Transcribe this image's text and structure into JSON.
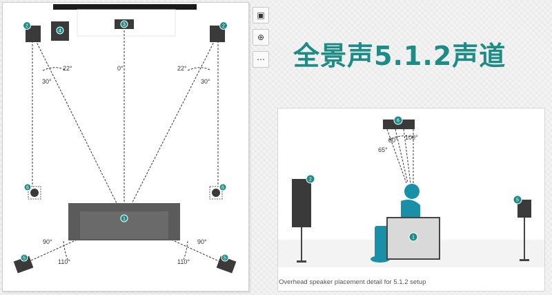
{
  "title": "全景声5.1.2声道",
  "caption": "Overhead speaker placement detail for 5.1.2 setup",
  "toolbar": {
    "buttons": [
      {
        "icon": "image-icon",
        "glyph": "▣"
      },
      {
        "icon": "zoom-in-icon",
        "glyph": "⊕"
      },
      {
        "icon": "more-icon",
        "glyph": "⋯"
      }
    ]
  },
  "colors": {
    "accent": "#1e8c86",
    "speaker": "#3a3a3a",
    "sofa": "#5b5b5b",
    "person": "#1a8fa8",
    "chair": "#d9d9d9"
  },
  "top_view": {
    "labels": {
      "speaker_front_left": "2",
      "speaker_center": "3",
      "speaker_front_right": "2",
      "speaker_sub": "4",
      "speaker_overhead_left": "6",
      "speaker_overhead_right": "6",
      "speaker_surround_left": "5",
      "speaker_surround_right": "5",
      "listener": "1"
    },
    "angles": {
      "left_22": "22°",
      "left_30": "30°",
      "center": "0°",
      "right_22": "22°",
      "right_30": "30°",
      "left_90": "90°",
      "left_110": "110°",
      "right_90": "90°",
      "right_110": "110°"
    }
  },
  "side_view": {
    "labels": {
      "overhead": "6",
      "front": "2",
      "surround": "5",
      "listener": "1"
    },
    "angles": {
      "a65": "65°",
      "a80": "80°",
      "a100": "100°"
    }
  }
}
